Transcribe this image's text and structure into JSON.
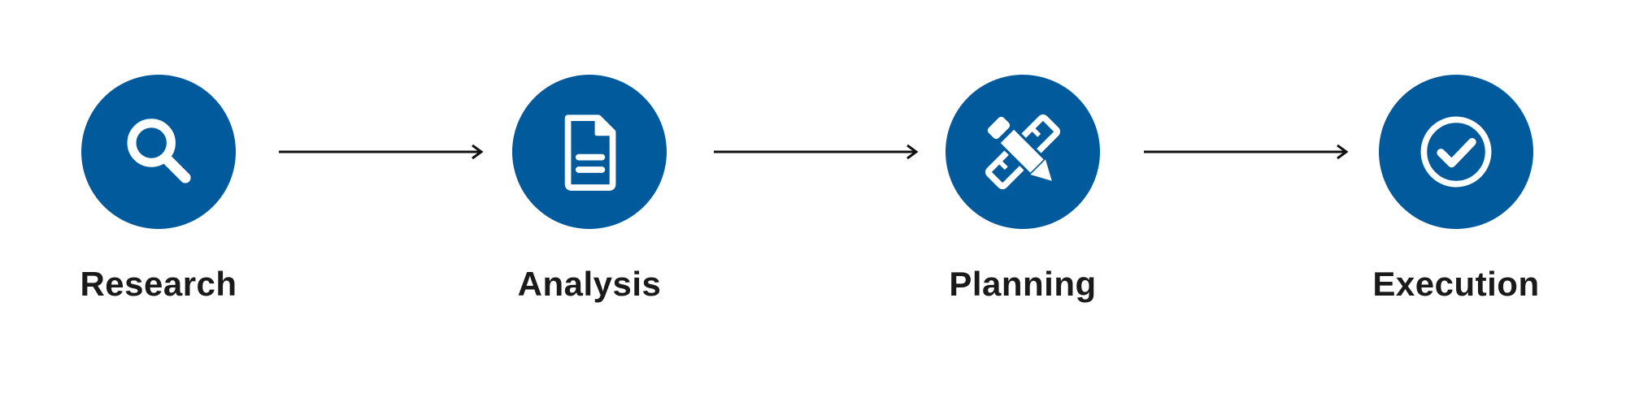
{
  "colors": {
    "circle_fill": "#005a9c",
    "icon_color": "#ffffff",
    "arrow_color": "#111111",
    "label_color": "#1a1a1a"
  },
  "steps": [
    {
      "label": "Research",
      "icon": "search-icon"
    },
    {
      "label": "Analysis",
      "icon": "document-icon"
    },
    {
      "label": "Planning",
      "icon": "pencil-ruler-icon"
    },
    {
      "label": "Execution",
      "icon": "check-circle-icon"
    }
  ],
  "connectors": [
    {
      "from": "Research",
      "to": "Analysis"
    },
    {
      "from": "Analysis",
      "to": "Planning"
    },
    {
      "from": "Planning",
      "to": "Execution"
    }
  ]
}
